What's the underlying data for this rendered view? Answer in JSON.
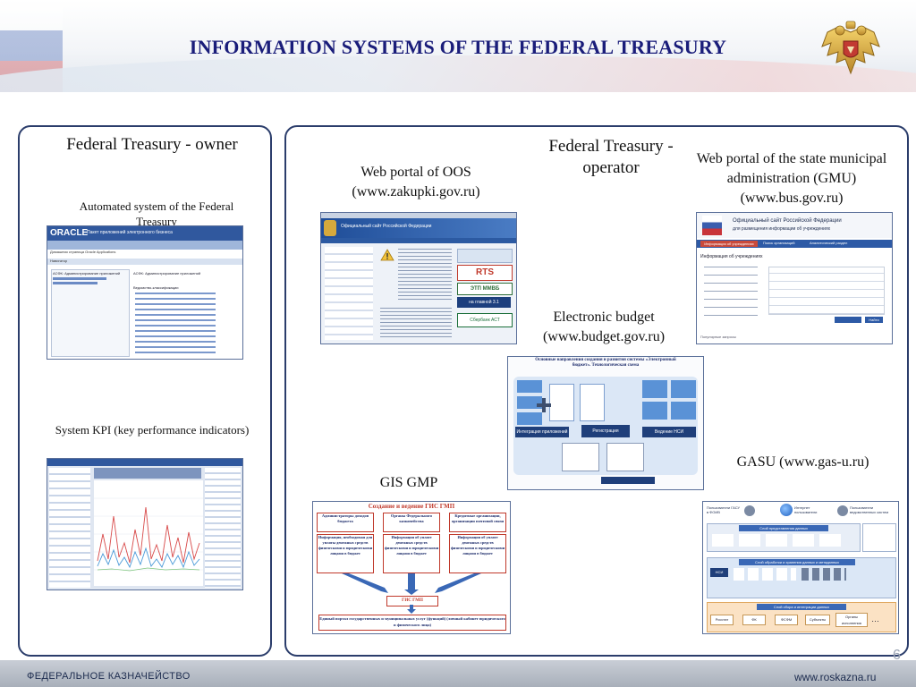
{
  "header": {
    "title": "INFORMATION SYSTEMS OF THE FEDERAL TREASURY"
  },
  "left_panel": {
    "owner_heading": "Federal Treasury - owner",
    "aut_caption": "Automated system of the Federal Treasury",
    "aut_shot": {
      "logo": "ORACLE",
      "header_text": "Пакет приложений электронного бизнеса",
      "nav_text": "Домашняя страница Oracle Applications",
      "nav_label": "Навигатор",
      "left_item": "АСФК: Администрирование приложений",
      "right_title": "АСФК: Администрирование приложений",
      "right_sub": "Ведомство-классификации"
    },
    "kpi_caption": "System KPI (key performance indicators)"
  },
  "right_panel": {
    "operator_heading": "Federal Treasury - operator",
    "oos_caption": "Web portal of OOS (www.zakupki.gov.ru)",
    "oos_shot": {
      "site_title": "Официальный сайт Российской Федерации",
      "badge_rts": "RTS",
      "badge_etp": "ЭТП ММВБ",
      "badge_version": "на главной 3.1",
      "badge_sber": "Сбербанк АСТ"
    },
    "gmu_caption": "Web portal of  the state municipal administration (GMU) (www.bus.gov.ru)",
    "gmu_shot": {
      "site_title": "Официальный сайт Российской Федерации",
      "site_sub": "для размещения информации об учреждениях",
      "nav_tab_1": "Информация об учреждениях",
      "nav_tab_2": "Поиск организаций",
      "nav_tab_3": "Аналитический раздел",
      "section": "Информация об учреждениях",
      "search_button": "Найти",
      "footer_text": "Популярные запросы"
    },
    "budget_caption": "Electronic budget (www.budget.gov.ru)",
    "budget_shot": {
      "title": "Основные направления создания и развития системы «Электронный бюджет». Технологическая схема",
      "box_1": "Интеграция приложений",
      "box_2": "Регистрация",
      "box_3": "Ведение НСИ"
    },
    "gmp_caption": "GIS GMP",
    "gmp_shot": {
      "title": "Создание и ведение ГИС ГМП",
      "col_1_title": "Администраторы доходов бюджета",
      "col_2_title": "Органы Федерального казначейства",
      "col_3_title": "Кредитные организации, организации почтовой связи",
      "col_1_body": "Информация, необходимая для уплаты денежных средств физическими и юридическими лицами в бюджет",
      "col_2_body": "Информация об уплате денежных средств физическими и юридическими лицами в бюджет",
      "col_3_body": "Информация об уплате денежных средств физическими и юридическими лицами в бюджет",
      "center_box": "ГИС ГМП",
      "bottom_box": "Единый портал государственных и муниципальных услуг (функций) (личный кабинет юридического и физического лица)"
    },
    "gasu_caption": "GASU (www.gas-u.ru)",
    "gasu_shot": {
      "user_1": "Пользователи ГАСУ в ФОИВ",
      "user_2": "Интернет пользователи",
      "user_3": "Пользователи ведомственных систем",
      "layer_1": "Слой представления данных",
      "layer_2": "Слой обработки и хранения данных и метаданных",
      "nsi": "НСИ",
      "layer_3": "Слой сбора и интеграции данных",
      "src_1": "Росстат",
      "src_2": "ФК",
      "src_3": "ФСФМ",
      "src_4": "Субъекты",
      "src_5": "Органы исполнения"
    }
  },
  "footer": {
    "left": "ФЕДЕРАЛЬНОЕ КАЗНАЧЕЙСТВО",
    "right": "www.roskazna.ru",
    "page_number": "6"
  }
}
